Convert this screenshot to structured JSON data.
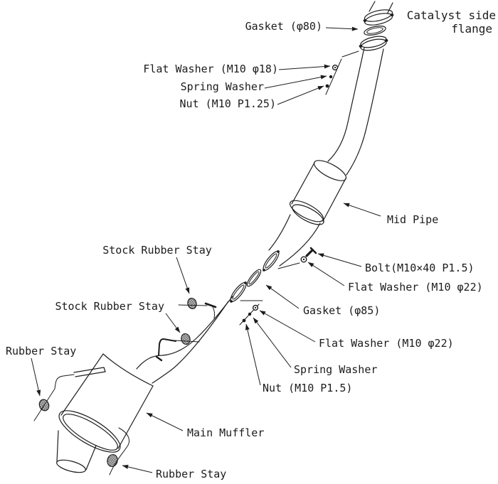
{
  "diagram": {
    "type": "exhaust-system-installation-diagram",
    "background_color": "#ffffff",
    "line_color": "#1c1c1c"
  },
  "labels": {
    "catalyst_flange_line1": "Catalyst side",
    "catalyst_flange_line2": "flange",
    "gasket_80": "Gasket (φ80)",
    "flat_washer_18": "Flat Washer (M10 φ18)",
    "spring_washer_top": "Spring Washer",
    "nut_top": "Nut (M10 P1.25)",
    "mid_pipe": "Mid Pipe",
    "bolt": "Bolt(M10×40 P1.5)",
    "flat_washer_22_upper": "Flat Washer (M10 φ22)",
    "gasket_85": "Gasket (φ85)",
    "flat_washer_22_lower": "Flat Washer (M10 φ22)",
    "spring_washer_bottom": "Spring Washer",
    "nut_bottom": "Nut (M10 P1.5)",
    "stock_rubber_stay_upper": "Stock Rubber Stay",
    "stock_rubber_stay_lower": "Stock Rubber Stay",
    "rubber_stay_left": "Rubber Stay",
    "rubber_stay_bottom": "Rubber Stay",
    "main_muffler": "Main Muffler"
  }
}
